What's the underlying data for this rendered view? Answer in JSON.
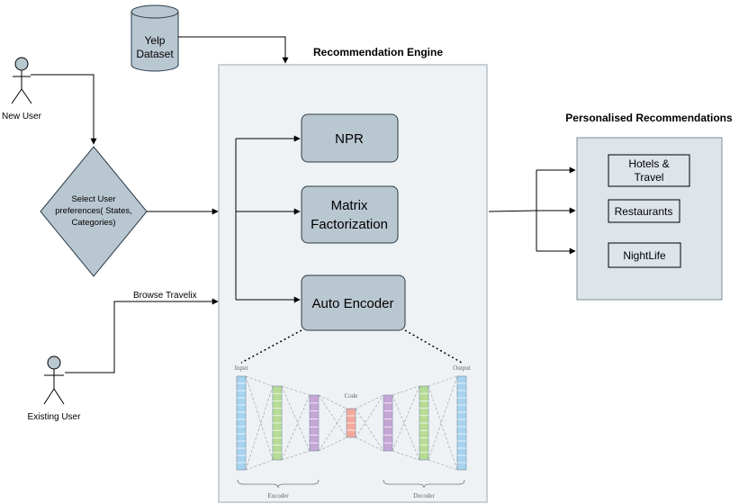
{
  "dataset": {
    "line1": "Yelp",
    "line2": "Dataset"
  },
  "engine": {
    "title": "Recommendation Engine",
    "npr": "NPR",
    "mf_line1": "Matrix",
    "mf_line2": "Factorization",
    "autoencoder": "Auto Encoder"
  },
  "actors": {
    "new_user": "New User",
    "existing_user": "Existing User"
  },
  "decision": {
    "line1": "Select User",
    "line2": "preferences( States,",
    "line3": "Categories)"
  },
  "browse_label": "Browse Travelix",
  "output": {
    "title": "Personalised Recommendations",
    "hotels_line1": "Hotels &",
    "hotels_line2": "Travel",
    "restaurants": "Restaurants",
    "nightlife": "NightLife"
  },
  "ae_diagram": {
    "input": "Input",
    "output": "Output",
    "code": "Code",
    "encoder": "Encoder",
    "decoder": "Decoder"
  },
  "colors": {
    "container_fill": "#eef2f5",
    "container_stroke": "#c8d0d6",
    "box_fill": "#b9c7d1",
    "box_stroke": "#2a3b48",
    "diamond_fill": "#b9c7d1",
    "actor_fill": "#b9c7d1",
    "layer_blue": "#a8d3ee",
    "layer_green": "#b7dc95",
    "layer_purple": "#c5a6d5",
    "layer_red": "#f4a99c"
  }
}
